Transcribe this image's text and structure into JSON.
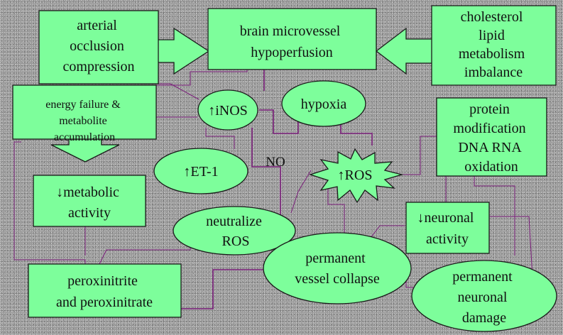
{
  "nodes": {
    "arterial": {
      "lines": [
        "arterial",
        "occlusion",
        "compression"
      ]
    },
    "brain": {
      "lines": [
        "brain microvessel",
        "hypoperfusion"
      ]
    },
    "cholesterol": {
      "lines": [
        "cholesterol",
        "lipid",
        "metabolism",
        "imbalance"
      ]
    },
    "energy": {
      "lines": [
        "energy failure &",
        "metabolite",
        "accumulation"
      ]
    },
    "inos": {
      "lines": [
        "↑iNOS"
      ]
    },
    "hypoxia": {
      "lines": [
        "hypoxia"
      ]
    },
    "protein": {
      "lines": [
        "protein",
        "modification",
        "DNA RNA",
        "oxidation"
      ]
    },
    "et1": {
      "lines": [
        "↑ET-1"
      ]
    },
    "no": {
      "lines": [
        "NO"
      ]
    },
    "ros": {
      "lines": [
        "↑ROS"
      ]
    },
    "metabolic": {
      "lines": [
        "↓metabolic",
        "activity"
      ]
    },
    "neutralize": {
      "lines": [
        "neutralize",
        "ROS"
      ]
    },
    "neuronal_activity": {
      "lines": [
        "↓neuronal",
        "activity"
      ]
    },
    "permanent_vessel": {
      "lines": [
        "permanent",
        "vessel collapse"
      ]
    },
    "permanent_neuronal": {
      "lines": [
        "permanent",
        "neuronal",
        "damage"
      ]
    },
    "peroxinitrite": {
      "lines": [
        "peroxinitrite",
        "and peroxinitrate"
      ]
    }
  },
  "colors": {
    "node_fill": "#7dfe9b",
    "connector": "#7b1f7b",
    "background": "#9a9a9a"
  }
}
